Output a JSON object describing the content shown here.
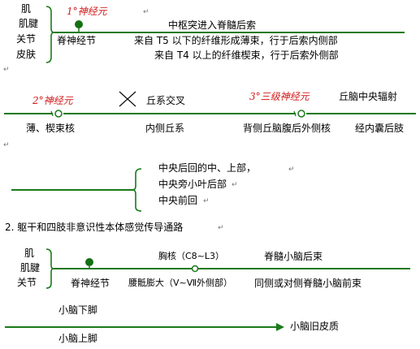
{
  "section1": {
    "receptors": [
      "肌",
      "肌腱",
      "关节",
      "皮肤"
    ],
    "neuron1_label": "1°神经元",
    "ganglion_label": "脊神经节",
    "route_label": "中枢突进入脊髓后索",
    "line_a": "来自 T5 以下的纤维形成薄束，行于后索内侧部",
    "line_b": "来自 T4 以上的纤维楔束，行于后索外侧部"
  },
  "section2": {
    "neuron2_label": "2°神经元",
    "nucleus_label": "薄、楔束核",
    "cross_label": "丘系交叉",
    "lemniscus_label": "内侧丘系",
    "neuron3_label": "3°三级神经元",
    "radiation_label": "丘脑中央辐射",
    "thalamus_label": "背侧丘脑腹后外侧核",
    "capsule_label": "经内囊后肢"
  },
  "section3": {
    "targets": [
      "中央后回的中、上部，",
      "中央旁小叶后部",
      "中央前回"
    ]
  },
  "section4": {
    "heading": "2. 躯干和四肢非意识性本体感觉传导通路",
    "receptors": [
      "肌",
      "肌腱",
      "关节"
    ],
    "ganglion_label": "脊神经节",
    "thoracic_label": "胸核（C8~L3）",
    "lumbar_label": "腰骶膨大（Ⅴ~Ⅶ外侧部）",
    "dorsal_tract_label": "脊髓小脑后束",
    "ventral_tract_label": "同侧或对侧脊髓小脑前束"
  },
  "section5": {
    "inferior_peduncle": "小脑下脚",
    "target": "小脑旧皮质",
    "superior_peduncle": "小脑上脚"
  }
}
